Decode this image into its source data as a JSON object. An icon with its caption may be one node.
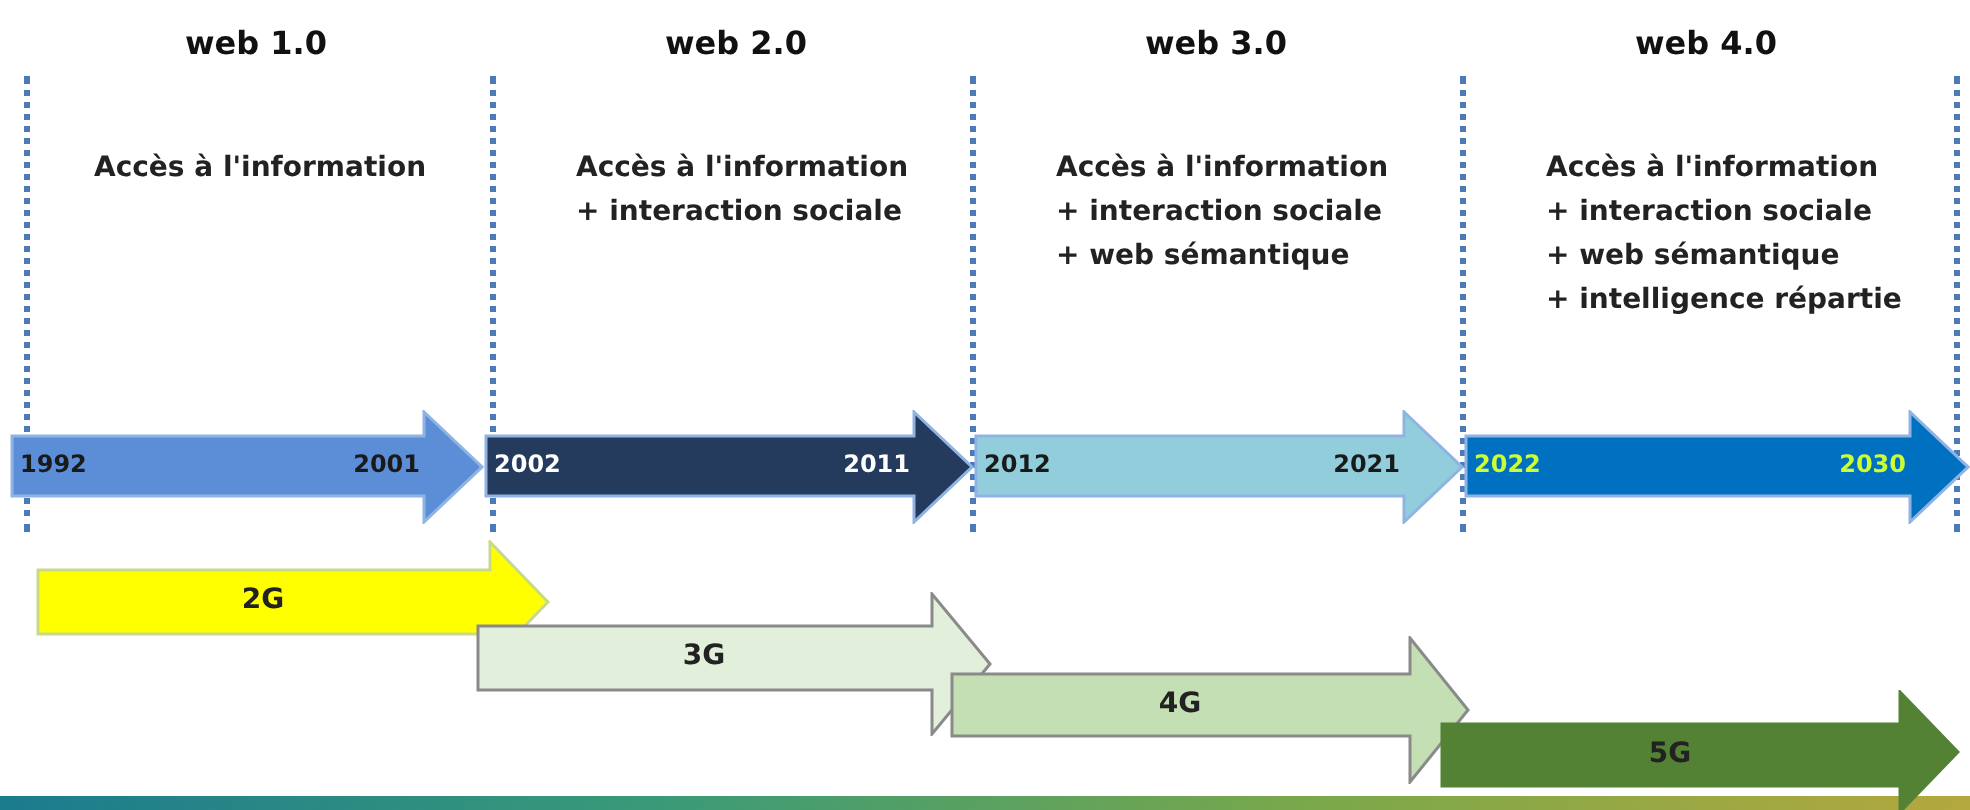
{
  "diagram": {
    "nodes": [
      {
        "text": [
          "1992",
          "2001"
        ]
      },
      {
        "text": [
          "2002",
          "2011"
        ]
      },
      {
        "text": [
          "2012",
          "2021"
        ]
      },
      {
        "text": [
          "2022",
          "2030"
        ]
      },
      {
        "text": [
          "2G"
        ]
      },
      {
        "text": [
          "3G"
        ]
      },
      {
        "text": [
          "4G"
        ]
      },
      {
        "text": [
          "5G"
        ]
      }
    ],
    "edges": [],
    "labels": [
      "web 1.0",
      "web 2.0",
      "web 3.0",
      "web 4.0",
      "Accès à l'information",
      "Accès à l'information + interaction sociale",
      "Accès à l'information + interaction sociale + web sémantique",
      "Accès à l'information + interaction sociale + web sémantique + intelligence répartie"
    ]
  }
}
